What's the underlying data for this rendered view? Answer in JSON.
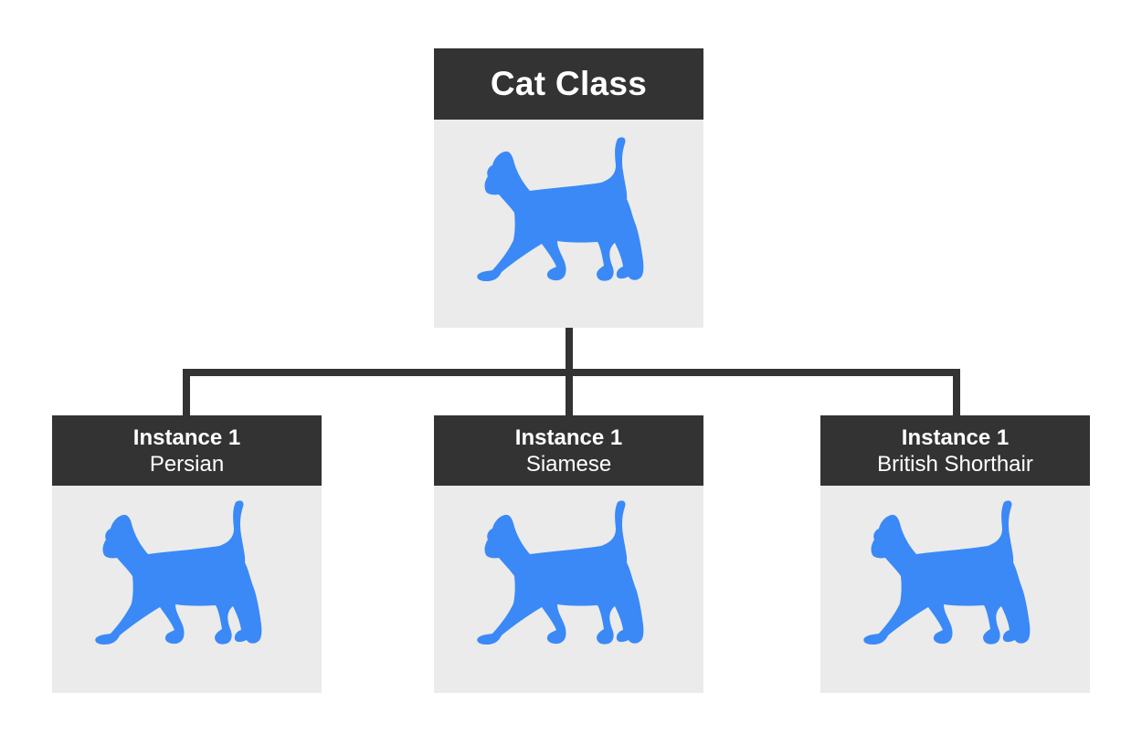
{
  "class_node": {
    "title": "Cat Class",
    "icon": "cat-silhouette-icon"
  },
  "instances": [
    {
      "title": "Instance 1",
      "subtitle": "Persian",
      "icon": "cat-silhouette-icon"
    },
    {
      "title": "Instance 1",
      "subtitle": "Siamese",
      "icon": "cat-silhouette-icon"
    },
    {
      "title": "Instance 1",
      "subtitle": "British Shorthair",
      "icon": "cat-silhouette-icon"
    }
  ],
  "colors": {
    "header_bg": "#333333",
    "card_bg": "#ebebeb",
    "icon": "#3a89f7",
    "connector": "#333333"
  }
}
